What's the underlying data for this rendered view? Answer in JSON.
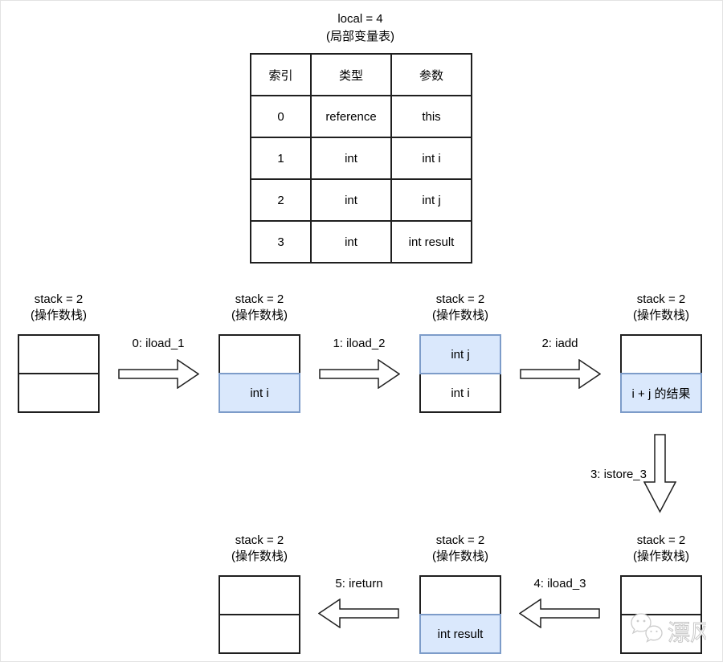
{
  "colors": {
    "highlight_fill": "#dae8fc",
    "highlight_border": "#7d9cc9",
    "box_border": "#1f1f1f",
    "watermark_gray": "#cccccc"
  },
  "local_table": {
    "title": "local = 4",
    "subtitle": "(局部变量表)",
    "headers": [
      "索引",
      "类型",
      "参数"
    ],
    "rows": [
      [
        "0",
        "reference",
        "this"
      ],
      [
        "1",
        "int",
        "int i"
      ],
      [
        "2",
        "int",
        "int j"
      ],
      [
        "3",
        "int",
        "int result"
      ]
    ]
  },
  "stack_label": {
    "title": "stack = 2",
    "subtitle": "(操作数栈)"
  },
  "stacks": [
    {
      "name": "initial",
      "cells": [
        {
          "text": "",
          "highlight": false
        },
        {
          "text": "",
          "highlight": false
        }
      ]
    },
    {
      "name": "after-iload_1",
      "cells": [
        {
          "text": "",
          "highlight": false
        },
        {
          "text": "int i",
          "highlight": true
        }
      ]
    },
    {
      "name": "after-iload_2",
      "cells": [
        {
          "text": "int j",
          "highlight": true
        },
        {
          "text": "int i",
          "highlight": false
        }
      ]
    },
    {
      "name": "after-iadd",
      "cells": [
        {
          "text": "",
          "highlight": false
        },
        {
          "text": "i + j 的结果",
          "highlight": true
        }
      ]
    },
    {
      "name": "after-ireturn",
      "cells": [
        {
          "text": "",
          "highlight": false
        },
        {
          "text": "",
          "highlight": false
        }
      ]
    },
    {
      "name": "after-iload_3",
      "cells": [
        {
          "text": "",
          "highlight": false
        },
        {
          "text": "int result",
          "highlight": true
        }
      ]
    },
    {
      "name": "after-istore_3",
      "cells": [
        {
          "text": "",
          "highlight": false
        },
        {
          "text": "",
          "highlight": false
        }
      ]
    }
  ],
  "steps": [
    {
      "label": "0: iload_1",
      "direction": "right"
    },
    {
      "label": "1: iload_2",
      "direction": "right"
    },
    {
      "label": "2: iadd",
      "direction": "right"
    },
    {
      "label": "3: istore_3",
      "direction": "down"
    },
    {
      "label": "4: iload_3",
      "direction": "left"
    },
    {
      "label": "5: ireturn",
      "direction": "left"
    }
  ],
  "watermark": {
    "text": "漂风"
  }
}
